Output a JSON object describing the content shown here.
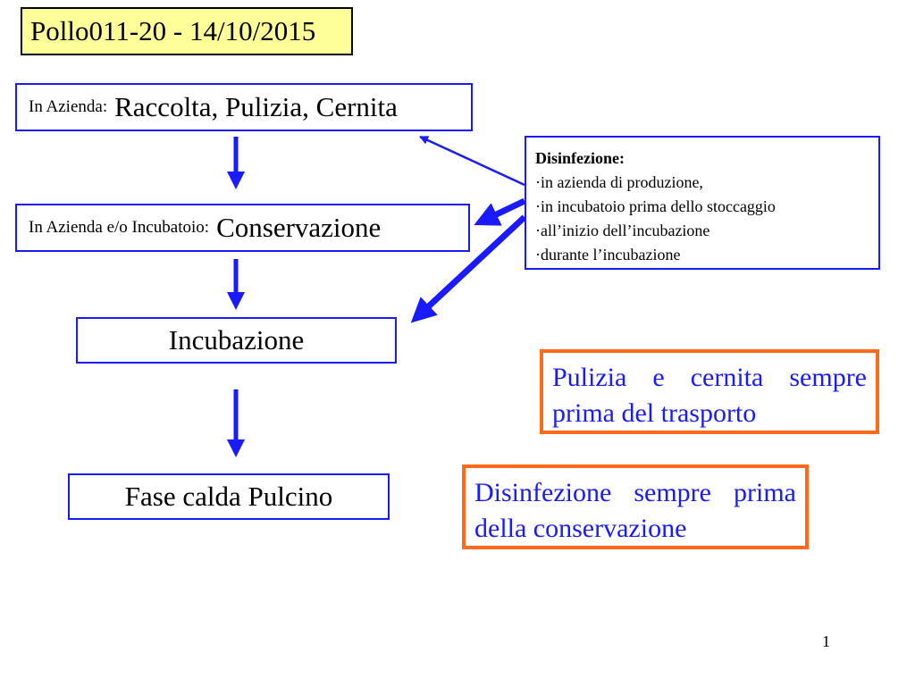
{
  "title": "Pollo011-20 - 14/10/2015",
  "steps": [
    {
      "prefix": "In Azienda:",
      "label": "Raccolta, Pulizia, Cernita"
    },
    {
      "prefix": "In Azienda e/o Incubatoio:",
      "label": "Conservazione"
    },
    {
      "label": "Incubazione"
    },
    {
      "label": "Fase calda Pulcino"
    }
  ],
  "disinfection": {
    "heading": "Disinfezione:",
    "items": [
      "in azienda di produzione,",
      "in incubatoio prima dello stoccaggio",
      "all’inizio dell’incubazione",
      "durante l’incubazione"
    ]
  },
  "notes": [
    "Pulizia e cernita sempre prima del trasporto",
    "Disinfezione sempre prima della conservazione"
  ],
  "page_number": "1",
  "colors": {
    "flow_blue": "#1a1aff",
    "note_border": "#ff6a1a",
    "title_bg": "#ffff99"
  }
}
